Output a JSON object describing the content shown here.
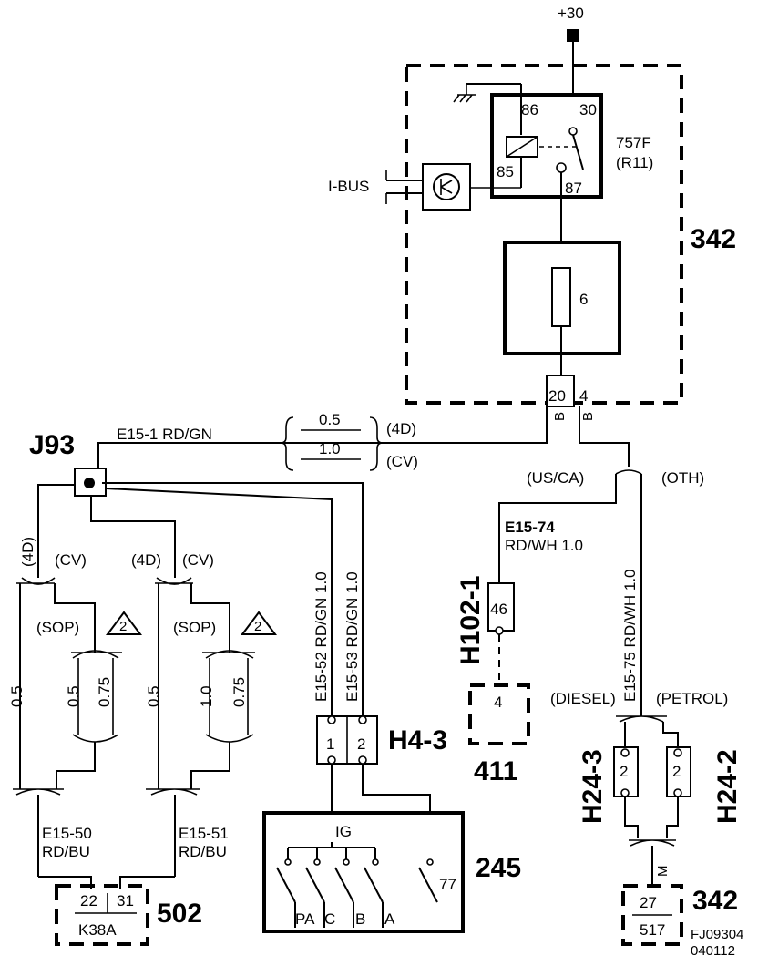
{
  "supply": {
    "label": "+30"
  },
  "control_unit": {
    "id": "342",
    "relay": {
      "id": "757F",
      "sub": "(R11)",
      "pins": [
        "86",
        "30",
        "85",
        "87"
      ]
    },
    "fuse": {
      "id": "6"
    },
    "bus": {
      "label": "I-BUS"
    },
    "connector": {
      "pins": [
        "20",
        "4"
      ],
      "marks": [
        "B",
        "B"
      ]
    }
  },
  "splice": {
    "id": "J93"
  },
  "wires": {
    "main": "E15-1  RD/GN",
    "sizes": [
      "0.5",
      "1.0"
    ],
    "variants": [
      "(4D)",
      "(CV)"
    ],
    "us_ca": "(US/CA)",
    "oth": "(OTH)",
    "e15_74": "E15-74",
    "e15_74_color": "RD/WH 1.0",
    "e15_75": "E15-75  RD/WH 1.0",
    "e15_52": "E15-52  RD/GN 1.0",
    "e15_53": "E15-53  RD/GN 1.0",
    "e15_50": "E15-50",
    "e15_50_color": "RD/BU",
    "e15_51": "E15-51",
    "e15_51_color": "RD/BU",
    "diesel": "(DIESEL)",
    "petrol": "(PETROL)",
    "m_mark": "M"
  },
  "left_branch": {
    "v4d": "(4D)",
    "vcv": "(CV)",
    "sop": "(SOP)",
    "warn": "2",
    "sizes": [
      "0.5",
      "0.5",
      "0.75"
    ]
  },
  "mid_branch": {
    "v4d": "(4D)",
    "vcv": "(CV)",
    "sop": "(SOP)",
    "warn": "2",
    "sizes": [
      "0.5",
      "1.0",
      "0.75"
    ]
  },
  "h102": {
    "id": "H102-1",
    "pin": "46"
  },
  "c411": {
    "id": "411",
    "pin": "4"
  },
  "h4_3": {
    "id": "H4-3",
    "pins": [
      "1",
      "2"
    ]
  },
  "switch_245": {
    "id": "245",
    "ig": "IG",
    "positions": [
      "PA",
      "C",
      "B",
      "A"
    ],
    "pin": "77"
  },
  "c502": {
    "id": "502",
    "pins": [
      "22",
      "31"
    ],
    "code": "K38A"
  },
  "h24_3": {
    "id": "H24-3",
    "pin": "2"
  },
  "h24_2": {
    "id": "H24-2",
    "pin": "2"
  },
  "c342b": {
    "id": "342",
    "pin": "27",
    "sub": "517"
  },
  "footer": {
    "code": "FJ09304",
    "date": "040112"
  },
  "icons": [
    "ground-icon",
    "relay-coil-icon",
    "fuse-icon",
    "bus-transceiver-icon",
    "warning-triangle-icon",
    "switch-contact-icon"
  ]
}
